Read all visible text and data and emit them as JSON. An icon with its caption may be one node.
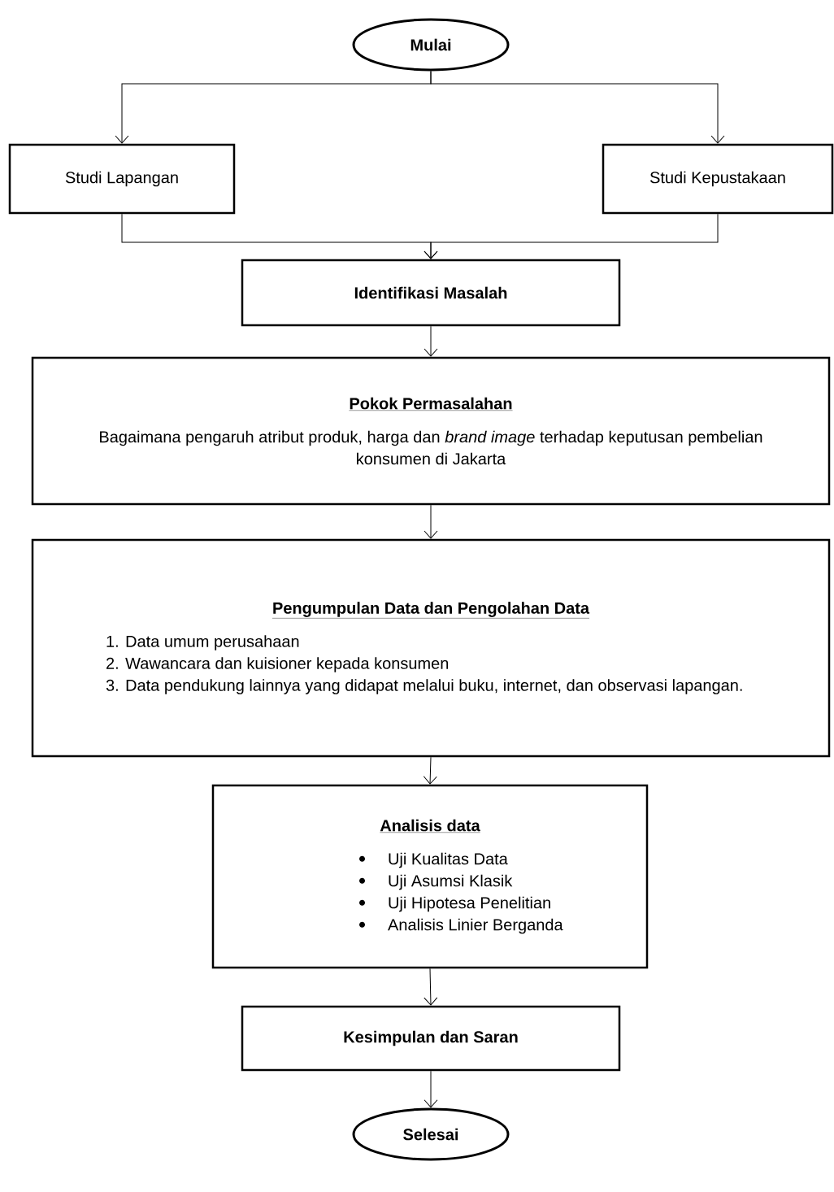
{
  "diagram": {
    "nodes": [
      {
        "text": [
          "Mulai"
        ]
      },
      {
        "text": [
          "Studi Lapangan"
        ]
      },
      {
        "text": [
          "Studi Kepustakaan"
        ]
      },
      {
        "text": [
          "Identifikasi Masalah"
        ]
      },
      {
        "text": [
          "Pokok Permasalahan",
          "Bagaimana pengaruh atribut produk, harga dan *brand image* terhadap keputusan pembelian konsumen di Jakarta"
        ]
      },
      {
        "text": [
          "Pengumpulan Data dan Pengolahan Data",
          "1. Data umum perusahaan",
          "2. Wawancara dan kuisioner kepada konsumen",
          "3. Data pendukung lainnya yang didapat melalui buku, internet, dan observasi lapangan."
        ]
      },
      {
        "text": [
          "Analisis data",
          "Uji Kualitas Data",
          "Uji Asumsi Klasik",
          "Uji Hipotesa Penelitian",
          "Analisis Linier Berganda"
        ]
      },
      {
        "text": [
          "Kesimpulan dan Saran"
        ]
      },
      {
        "text": [
          "Selesai"
        ]
      }
    ],
    "edges": [
      {
        "from": 0,
        "to": 1,
        "arrow": "to"
      },
      {
        "from": 0,
        "to": 2,
        "arrow": "to"
      },
      {
        "from": 1,
        "to": 3,
        "arrow": "to"
      },
      {
        "from": 2,
        "to": 3,
        "arrow": "to"
      },
      {
        "from": 3,
        "to": 4,
        "arrow": "to"
      },
      {
        "from": 4,
        "to": 5,
        "arrow": "to"
      },
      {
        "from": 5,
        "to": 6,
        "arrow": "to"
      },
      {
        "from": 6,
        "to": 7,
        "arrow": "to"
      },
      {
        "from": 7,
        "to": 8,
        "arrow": "to"
      }
    ]
  }
}
